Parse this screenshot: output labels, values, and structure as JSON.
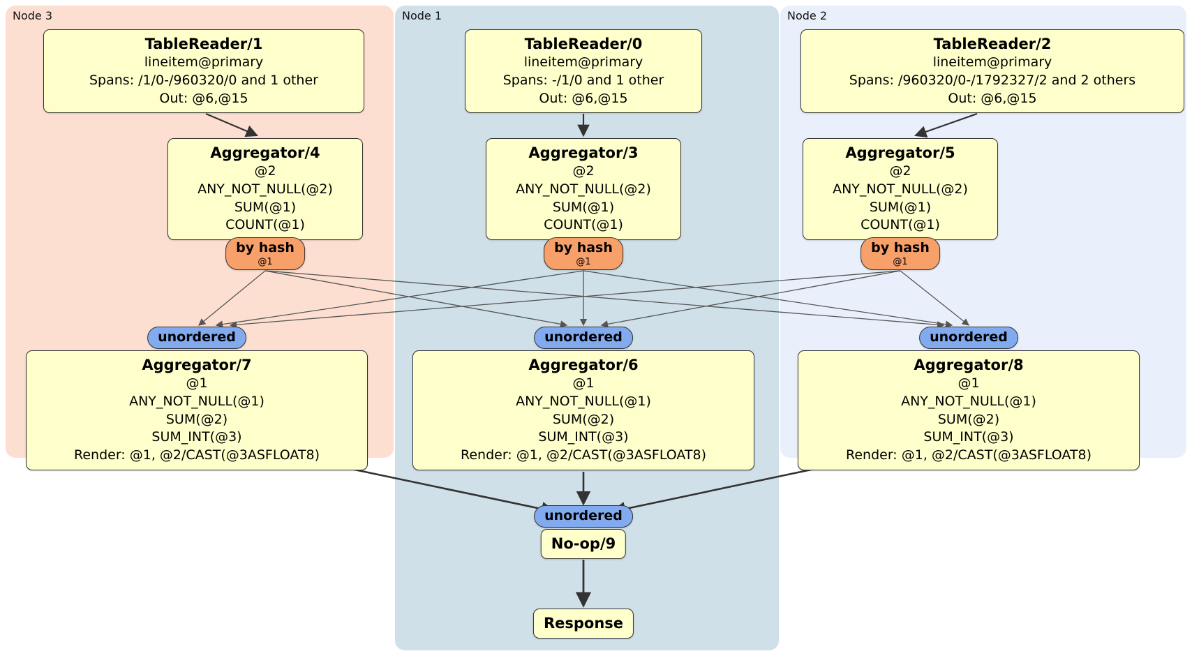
{
  "colors": {
    "node3_bg": "#fcdfd1",
    "node1_bg": "#cfe0e8",
    "node2_bg": "#e9f0fb",
    "box_bg": "#ffffcc",
    "hash_router_bg": "#f8a069",
    "unordered_sync_bg": "#82aaee"
  },
  "regions": {
    "node3": {
      "label": "Node 3"
    },
    "node1": {
      "label": "Node 1"
    },
    "node2": {
      "label": "Node 2"
    }
  },
  "boxes": {
    "tr1": {
      "title": "TableReader/1",
      "lines": [
        "lineitem@primary",
        "Spans: /1/0-/960320/0 and 1 other",
        "Out: @6,@15"
      ]
    },
    "tr0": {
      "title": "TableReader/0",
      "lines": [
        "lineitem@primary",
        "Spans: -/1/0 and 1 other",
        "Out: @6,@15"
      ]
    },
    "tr2": {
      "title": "TableReader/2",
      "lines": [
        "lineitem@primary",
        "Spans: /960320/0-/1792327/2 and 2 others",
        "Out: @6,@15"
      ]
    },
    "agg4": {
      "title": "Aggregator/4",
      "lines": [
        "@2",
        "ANY_NOT_NULL(@2)",
        "SUM(@1)",
        "COUNT(@1)"
      ]
    },
    "agg3": {
      "title": "Aggregator/3",
      "lines": [
        "@2",
        "ANY_NOT_NULL(@2)",
        "SUM(@1)",
        "COUNT(@1)"
      ]
    },
    "agg5": {
      "title": "Aggregator/5",
      "lines": [
        "@2",
        "ANY_NOT_NULL(@2)",
        "SUM(@1)",
        "COUNT(@1)"
      ]
    },
    "agg7": {
      "title": "Aggregator/7",
      "lines": [
        "@1",
        "ANY_NOT_NULL(@1)",
        "SUM(@2)",
        "SUM_INT(@3)",
        "Render: @1, @2/CAST(@3ASFLOAT8)"
      ]
    },
    "agg6": {
      "title": "Aggregator/6",
      "lines": [
        "@1",
        "ANY_NOT_NULL(@1)",
        "SUM(@2)",
        "SUM_INT(@3)",
        "Render: @1, @2/CAST(@3ASFLOAT8)"
      ]
    },
    "agg8": {
      "title": "Aggregator/8",
      "lines": [
        "@1",
        "ANY_NOT_NULL(@1)",
        "SUM(@2)",
        "SUM_INT(@3)",
        "Render: @1, @2/CAST(@3ASFLOAT8)"
      ]
    },
    "noop": {
      "title": "No-op/9"
    },
    "response": {
      "title": "Response"
    }
  },
  "routers": {
    "byhash": {
      "label": "by hash",
      "sub": "@1"
    },
    "unordered": {
      "label": "unordered"
    }
  }
}
